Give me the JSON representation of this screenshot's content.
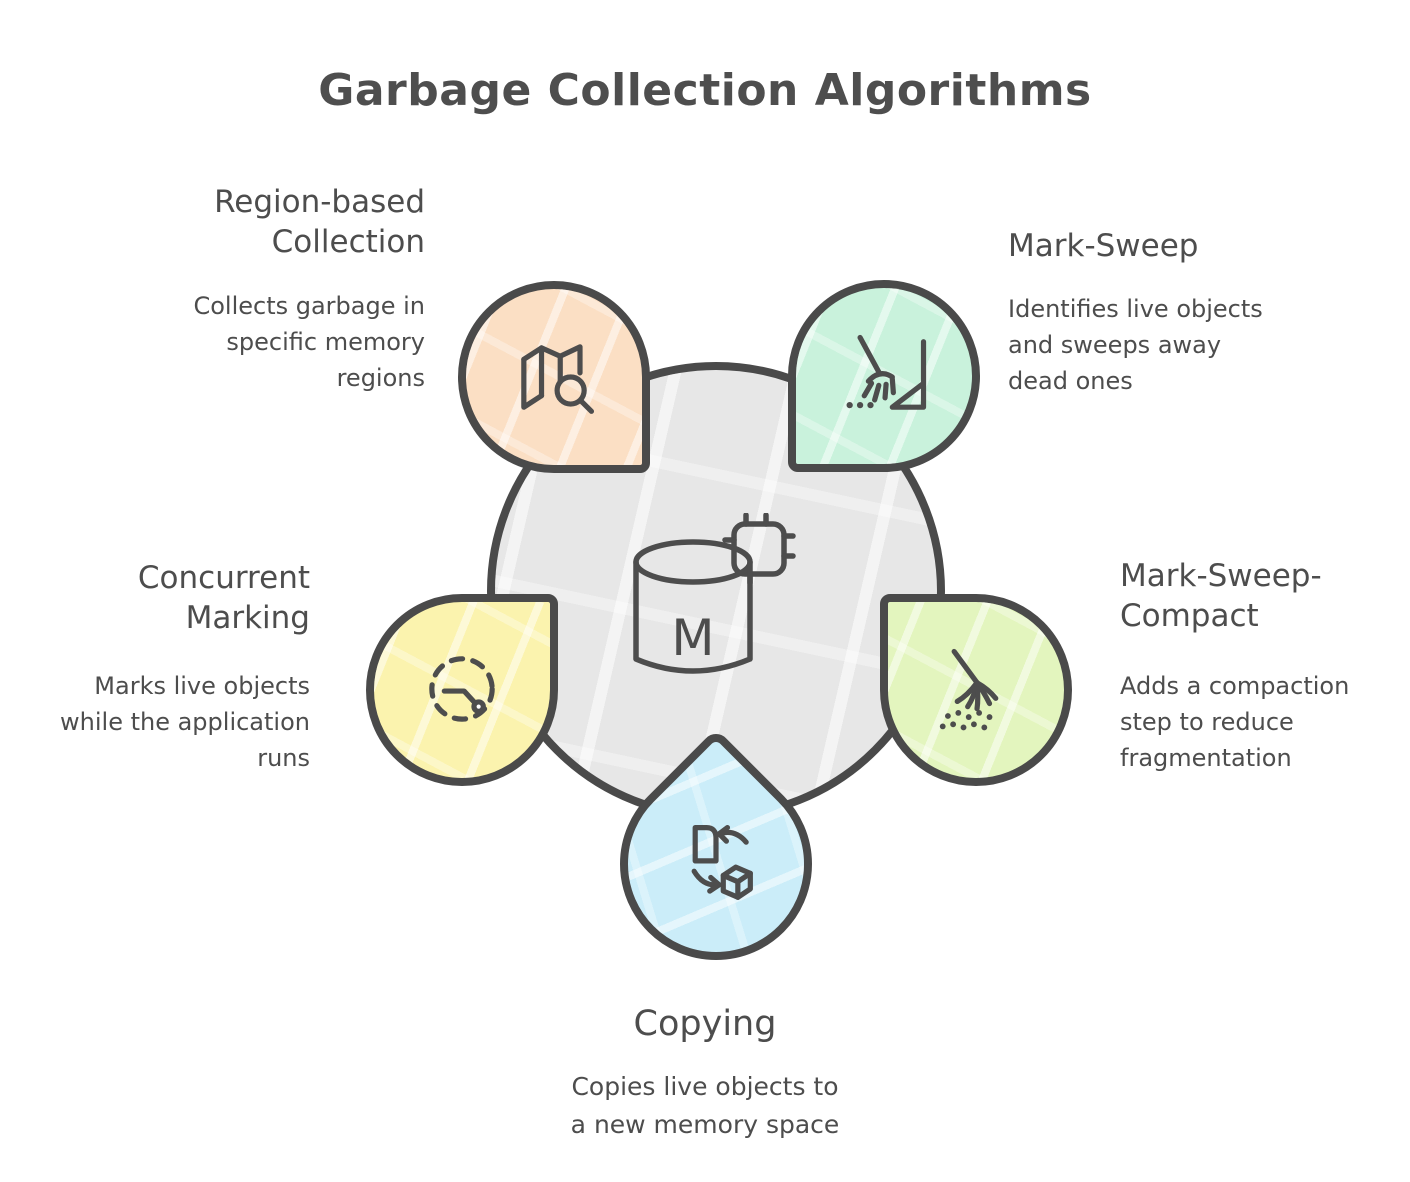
{
  "title": "Garbage Collection Algorithms",
  "colors": {
    "stroke": "#4a4a4a",
    "text": "#4d4d4d",
    "center_fill": "#e7e7e7",
    "region_fill": "#fbdfc4",
    "mark_sweep_fill": "#c9f2dc",
    "mark_sweep_compact_fill": "#e3f5be",
    "copying_fill": "#cbedf9",
    "concurrent_fill": "#fbf3ae"
  },
  "center": {
    "icon": "memory-database-icon",
    "label": "M"
  },
  "nodes": [
    {
      "id": "region-based-collection",
      "title": "Region-based\nCollection",
      "description": "Collects garbage in\nspecific memory\nregions",
      "color": "#fbdfc4",
      "icon": "map-search-icon"
    },
    {
      "id": "mark-sweep",
      "title": "Mark-Sweep",
      "description": "Identifies live objects\nand sweeps away\ndead ones",
      "color": "#c9f2dc",
      "icon": "broom-sweep-icon"
    },
    {
      "id": "mark-sweep-compact",
      "title": "Mark-Sweep-\nCompact",
      "description": "Adds a compaction\nstep to reduce\nfragmentation",
      "color": "#e3f5be",
      "icon": "whisk-broom-icon"
    },
    {
      "id": "copying",
      "title": "Copying",
      "description": "Copies live objects to\na new memory space",
      "color": "#cbedf9",
      "icon": "copy-cube-icon"
    },
    {
      "id": "concurrent-marking",
      "title": "Concurrent\nMarking",
      "description": "Marks live objects\nwhile the application\nruns",
      "color": "#fbf3ae",
      "icon": "dashed-timer-icon"
    }
  ]
}
